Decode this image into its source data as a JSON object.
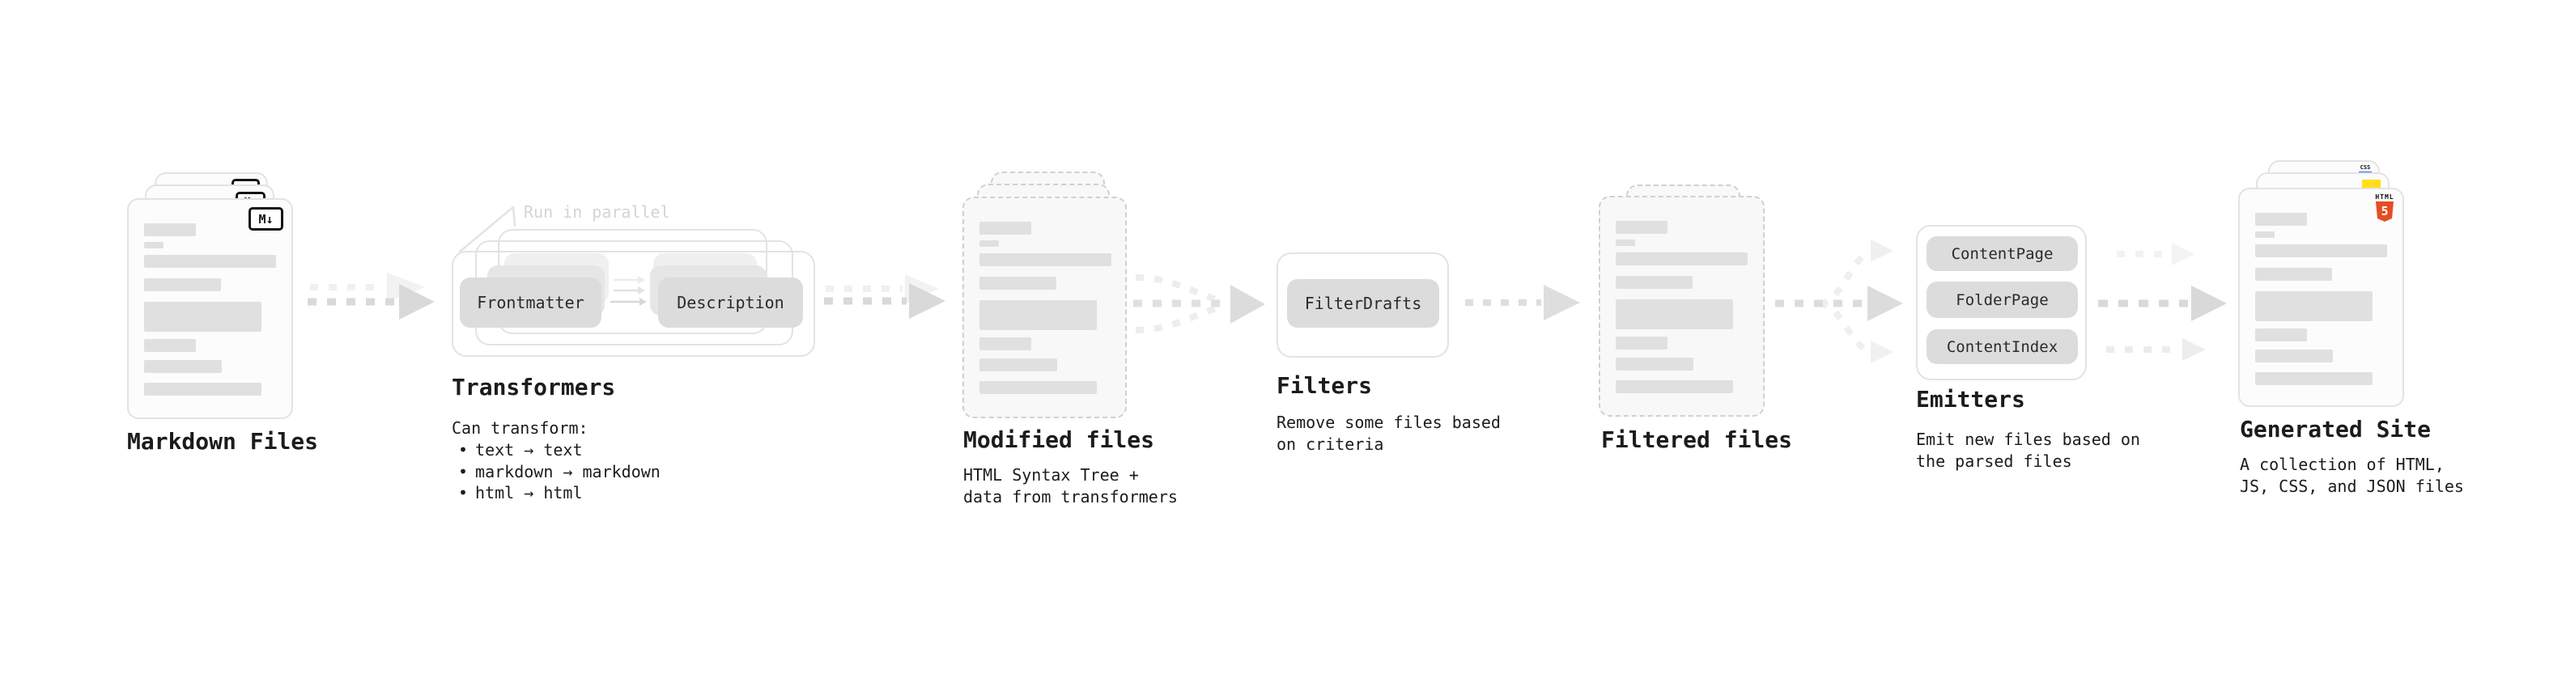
{
  "colors": {
    "html5_orange": "#e44d26",
    "js_yellow": "#ffdf1c",
    "css_blue": "#2b6bf3",
    "node_fill": "#dcdcdc",
    "outline_gray": "#e3e3e3",
    "arrow_gray": "#d9d9d9",
    "arrow_light": "#f0f0f0",
    "annotation_gray": "#d4d4d4",
    "text": "#1c1c1c"
  },
  "stages": {
    "markdown": {
      "title": "Markdown Files",
      "badge": "M↓"
    },
    "transformers": {
      "title": "Transformers",
      "annotation": "Run in parallel",
      "nodes": [
        "Frontmatter",
        "Description"
      ],
      "desc_heading": "Can transform:",
      "bullet_char": "•",
      "bullets": [
        "text → text",
        "markdown → markdown",
        "html → html"
      ]
    },
    "modified": {
      "title": "Modified files",
      "subtitle": "HTML Syntax Tree +\ndata from transformers"
    },
    "filters": {
      "title": "Filters",
      "node": "FilterDrafts",
      "subtitle": "Remove some files based\non criteria"
    },
    "filtered": {
      "title": "Filtered files"
    },
    "emitters": {
      "title": "Emitters",
      "nodes": [
        "ContentPage",
        "FolderPage",
        "ContentIndex"
      ],
      "subtitle": "Emit new files based on\nthe parsed files"
    },
    "generated": {
      "title": "Generated Site",
      "subtitle": "A collection of HTML,\nJS, CSS, and JSON files",
      "badges": {
        "html_label": "HTML",
        "html_number": "5",
        "css_label": "CSS"
      }
    }
  }
}
